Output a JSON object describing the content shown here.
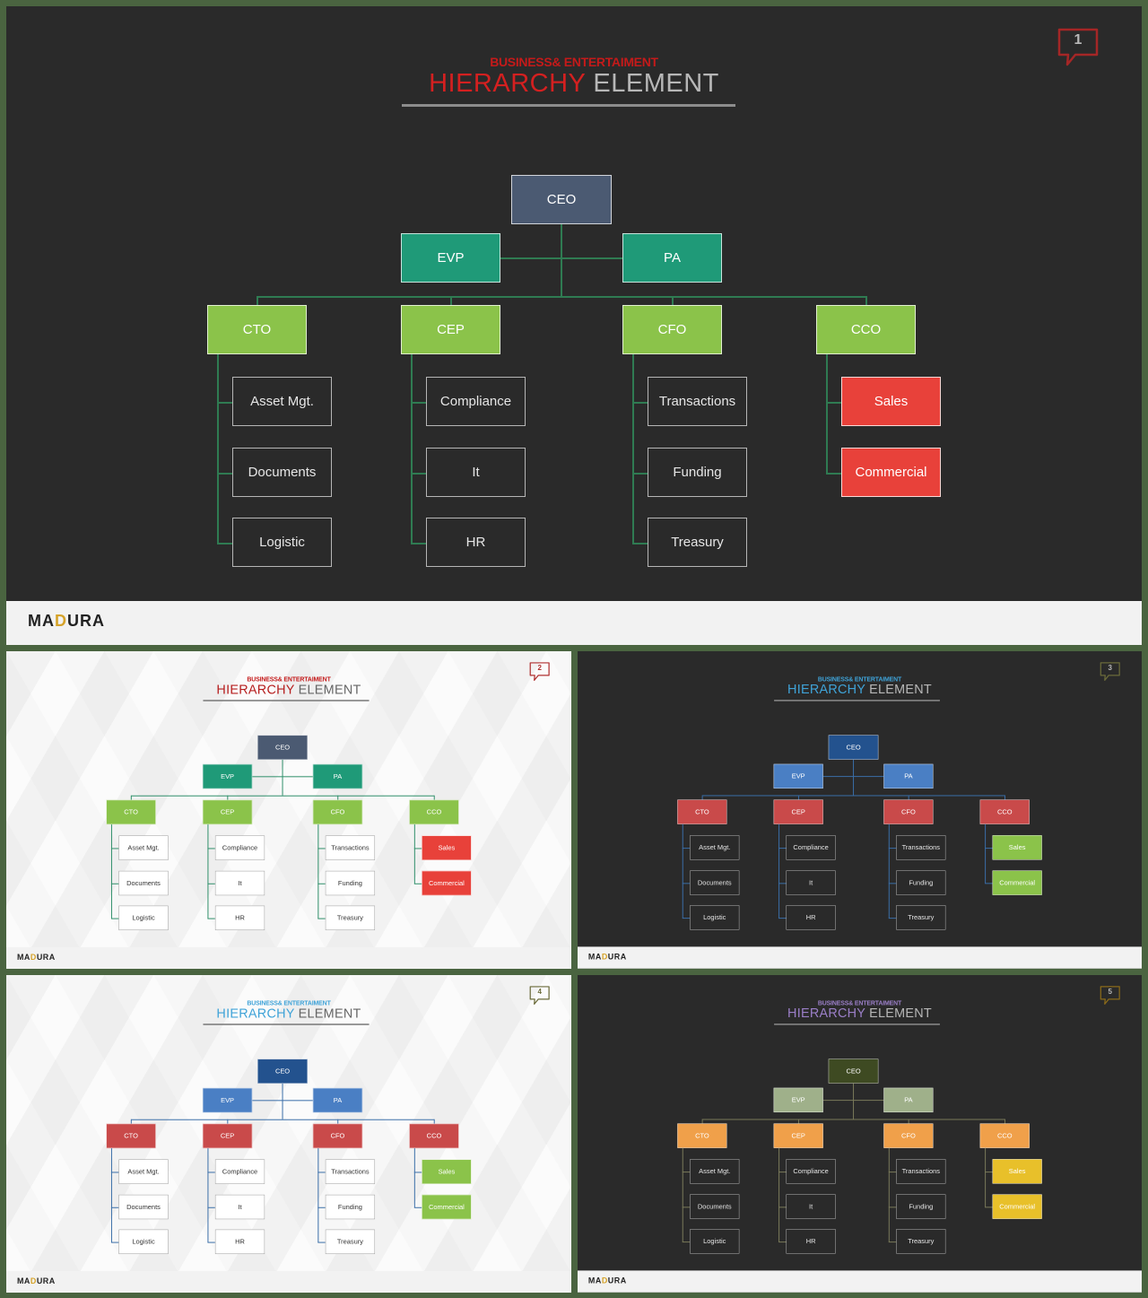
{
  "brand": {
    "name_pre": "MA",
    "name_accent": "D",
    "name_post": "URA"
  },
  "pretitle": "BUSINESS& ENTERTAIMENT",
  "title_main": "HIERARCHY",
  "title_rest": "ELEMENT",
  "diagram": {
    "ceo": "CEO",
    "level2": [
      "EVP",
      "PA"
    ],
    "departments": [
      {
        "label": "CTO",
        "children": [
          "Asset Mgt.",
          "Documents",
          "Logistic"
        ]
      },
      {
        "label": "CEP",
        "children": [
          "Compliance",
          "It",
          "HR"
        ]
      },
      {
        "label": "CFO",
        "children": [
          "Transactions",
          "Funding",
          "Treasury"
        ]
      },
      {
        "label": "CCO",
        "children": [
          "Sales",
          "Commercial"
        ]
      }
    ]
  },
  "slides": [
    {
      "number": "1",
      "theme": "dark",
      "colors": {
        "pretitle": "#c41a1a",
        "title_main": "#d42020",
        "title_rest": "#b7b7b7",
        "rule": "#8c8c8c",
        "comment": "#a52626",
        "ceo": "#4b5a72",
        "level2": "#1f9a78",
        "dept": "#8bc34a",
        "accent_leaf": "#e8413a",
        "leaf_bg": "transparent",
        "leaf_text": "#e6e6e6",
        "line": "#2f7b52",
        "node_text": "#ffffff"
      }
    },
    {
      "number": "2",
      "theme": "light",
      "colors": {
        "pretitle": "#c41a1a",
        "title_main": "#b61e1e",
        "title_rest": "#666666",
        "rule": "#777777",
        "comment": "#b03030",
        "ceo": "#4b5a72",
        "level2": "#1f9a78",
        "dept": "#8bc34a",
        "accent_leaf": "#e8413a",
        "leaf_bg": "#ffffff",
        "leaf_text": "#333333",
        "line": "#2f8f6a",
        "node_text": "#ffffff"
      }
    },
    {
      "number": "3",
      "theme": "dark",
      "colors": {
        "pretitle": "#3fa3d8",
        "title_main": "#3fa3d8",
        "title_rest": "#b7b7b7",
        "rule": "#8c8c8c",
        "comment": "#6b6b3a",
        "ceo": "#23528e",
        "level2": "#4a7fc4",
        "dept": "#c94a4a",
        "accent_leaf": "#8bc34a",
        "leaf_bg": "transparent",
        "leaf_text": "#e6e6e6",
        "line": "#3a6ea8",
        "node_text": "#ffffff"
      }
    },
    {
      "number": "4",
      "theme": "light",
      "colors": {
        "pretitle": "#3fa3d8",
        "title_main": "#3fa3d8",
        "title_rest": "#666666",
        "rule": "#777777",
        "comment": "#6b6b3a",
        "ceo": "#23528e",
        "level2": "#4a7fc4",
        "dept": "#c94a4a",
        "accent_leaf": "#8bc34a",
        "leaf_bg": "#ffffff",
        "leaf_text": "#333333",
        "line": "#3a6ea8",
        "node_text": "#ffffff"
      }
    },
    {
      "number": "5",
      "theme": "dark",
      "colors": {
        "pretitle": "#9b7fc8",
        "title_main": "#9b7fc8",
        "title_rest": "#b7b7b7",
        "rule": "#8c8c8c",
        "comment": "#8a6a1a",
        "ceo": "#3e4a22",
        "level2": "#9fb08a",
        "dept": "#f0a04a",
        "accent_leaf": "#e8c02a",
        "leaf_bg": "transparent",
        "leaf_text": "#e6e6e6",
        "line": "#7a7a5a",
        "node_text": "#ffffff"
      }
    }
  ]
}
